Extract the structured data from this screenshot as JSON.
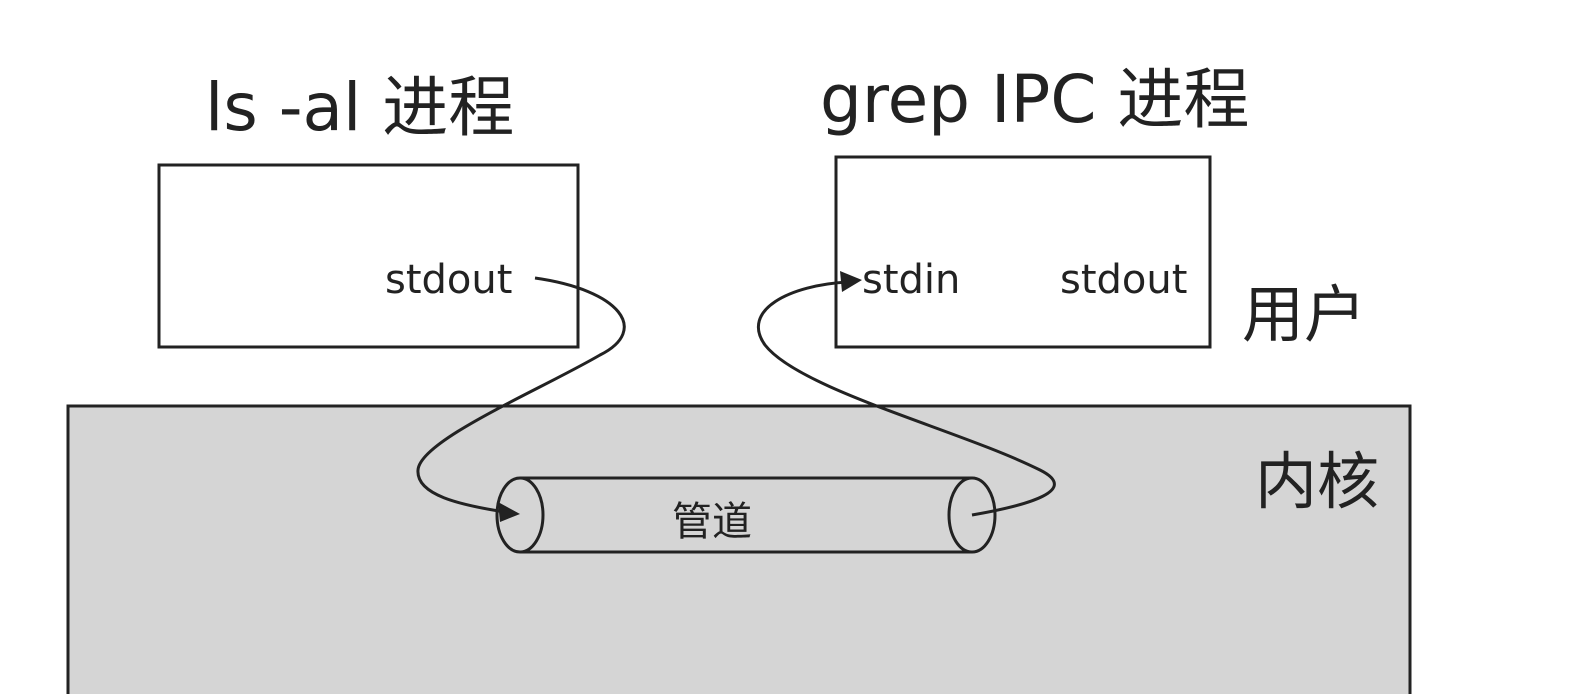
{
  "processes": {
    "left": {
      "title": "ls -al  进程",
      "stdout_label": "stdout"
    },
    "right": {
      "title": "grep IPC  进程",
      "stdin_label": "stdin",
      "stdout_label": "stdout"
    }
  },
  "zones": {
    "user_label": "用户",
    "kernel_label": "内核"
  },
  "pipe": {
    "label": "管道"
  },
  "colors": {
    "kernel_fill": "#d5d5d5",
    "stroke": "#222222",
    "background": "#ffffff"
  }
}
